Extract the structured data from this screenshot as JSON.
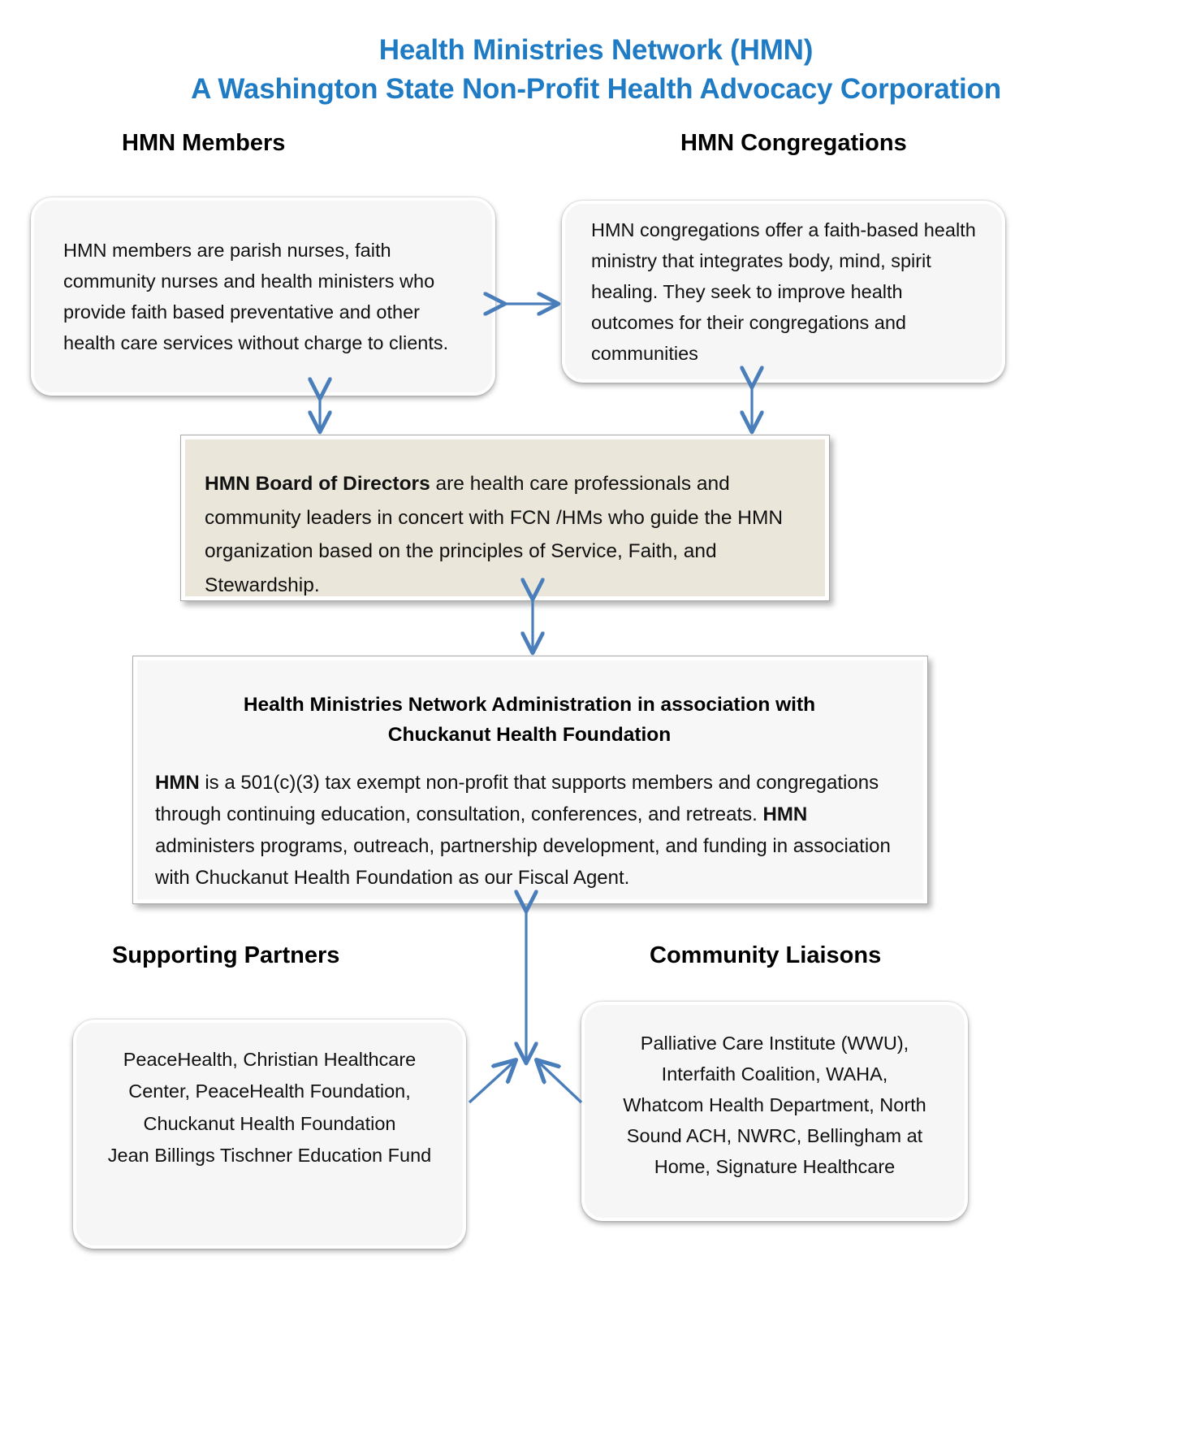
{
  "title": {
    "line1": "Health Ministries Network (HMN)",
    "line2": "A Washington State Non-Profit Health Advocacy Corporation",
    "color": "#1F7BC4"
  },
  "headings": {
    "members": "HMN Members",
    "congregations": "HMN Congregations",
    "partners": "Supporting Partners",
    "liaisons": "Community Liaisons"
  },
  "boxes": {
    "members": {
      "text": "HMN members are parish nurses, faith community nurses and health ministers who provide faith based preventative and other health care services without charge to clients."
    },
    "congregations": {
      "text": "HMN congregations offer a faith-based health ministry that integrates body, mind, spirit healing.  They seek to improve health outcomes for their congregations and communities"
    },
    "board": {
      "lead": "HMN Board of Directors",
      "text": " are health care professionals and community leaders in concert with FCN /HMs who guide the HMN organization based on the principles of Service, Faith, and Stewardship.",
      "fill": "#EAE7DA"
    },
    "admin": {
      "heading_line1": "Health Ministries Network Administration in association with",
      "heading_line2": "Chuckanut Health Foundation",
      "body_part1": "HMN",
      "body_part2": " is a 501(c)(3) tax exempt non-profit that supports members and congregations through continuing education, consultation, conferences, and retreats. ",
      "body_part3": "HMN",
      "body_part4": " administers programs, outreach, partnership development, and funding in association with Chuckanut Health Foundation as our Fiscal Agent."
    },
    "partners": {
      "line1": "PeaceHealth, Christian Healthcare",
      "line2": "Center, PeaceHealth Foundation,",
      "line3": "Chuckanut Health Foundation",
      "line4": "Jean Billings Tischner Education Fund"
    },
    "liaisons": {
      "line1": "Palliative Care Institute (WWU),",
      "line2": "Interfaith Coalition, WAHA,",
      "line3": "Whatcom Health Department, North",
      "line4": "Sound ACH, NWRC, Bellingham at",
      "line5": "Home, Signature Healthcare"
    }
  },
  "arrows": {
    "color": "#4A7EBB",
    "items": [
      {
        "name": "arrow-members-congregations",
        "orientation": "horizontal-double"
      },
      {
        "name": "arrow-members-board",
        "orientation": "vertical-double"
      },
      {
        "name": "arrow-congregations-board",
        "orientation": "vertical-double"
      },
      {
        "name": "arrow-board-admin",
        "orientation": "vertical-double"
      },
      {
        "name": "arrow-admin-bottom",
        "orientation": "vertical-double"
      },
      {
        "name": "arrow-partners-branch",
        "orientation": "diagonal-left"
      },
      {
        "name": "arrow-liaisons-branch",
        "orientation": "diagonal-right"
      }
    ]
  }
}
